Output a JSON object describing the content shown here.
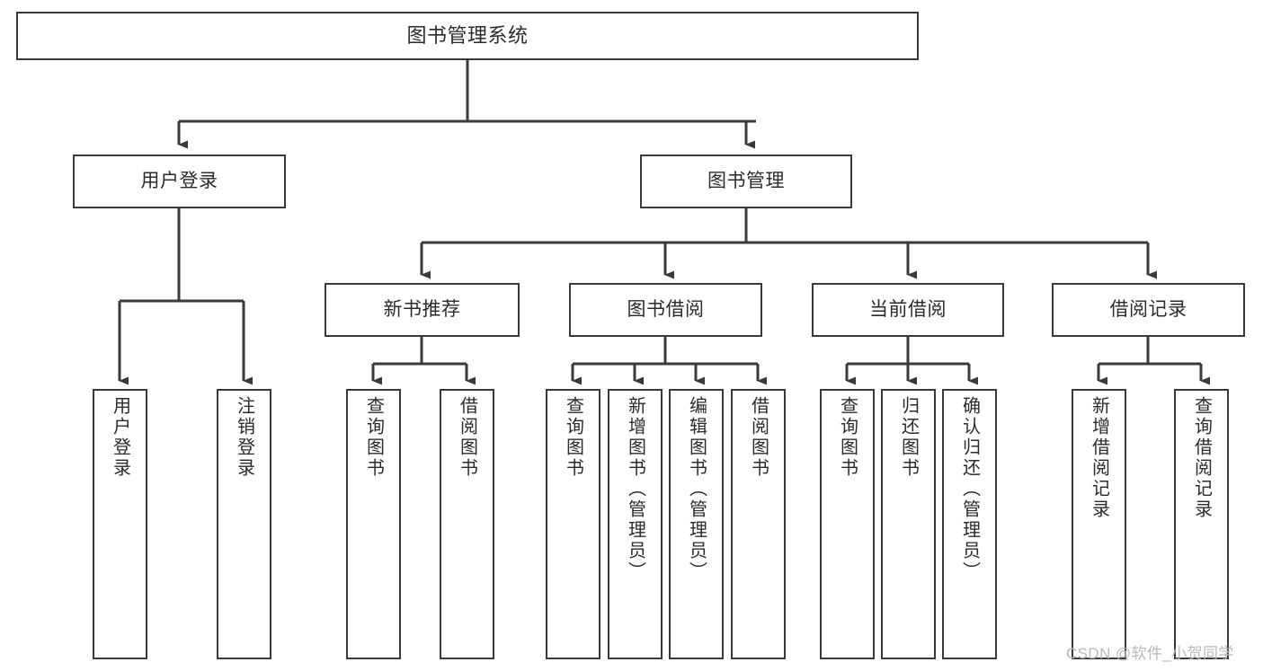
{
  "diagram": {
    "title": "图书管理系统",
    "type": "功能结构图",
    "watermark": "CSDN @软件_小贺同学",
    "colors": {
      "stroke": "#3a3a3a",
      "text": "#2b2b2b",
      "background": "#ffffff",
      "watermark": "#b9b9b9"
    },
    "nodes": {
      "root": {
        "label": "图书管理系统"
      },
      "level1": [
        {
          "label": "用户登录"
        },
        {
          "label": "图书管理"
        }
      ],
      "level2": [
        {
          "label": "新书推荐"
        },
        {
          "label": "图书借阅"
        },
        {
          "label": "当前借阅"
        },
        {
          "label": "借阅记录"
        }
      ],
      "leaves": {
        "user_login": [
          {
            "label": "用户登录"
          },
          {
            "label": "注销登录"
          }
        ],
        "new_book": [
          {
            "label": "查询图书"
          },
          {
            "label": "借阅图书"
          }
        ],
        "book_borrow": [
          {
            "label": "查询图书"
          },
          {
            "label": "新增图书（管理员）"
          },
          {
            "label": "编辑图书（管理员）"
          },
          {
            "label": "借阅图书"
          }
        ],
        "current_borrow": [
          {
            "label": "查询图书"
          },
          {
            "label": "归还图书"
          },
          {
            "label": "确认归还（管理员）"
          }
        ],
        "borrow_record": [
          {
            "label": "新增借阅记录"
          },
          {
            "label": "查询借阅记录"
          }
        ]
      }
    }
  }
}
